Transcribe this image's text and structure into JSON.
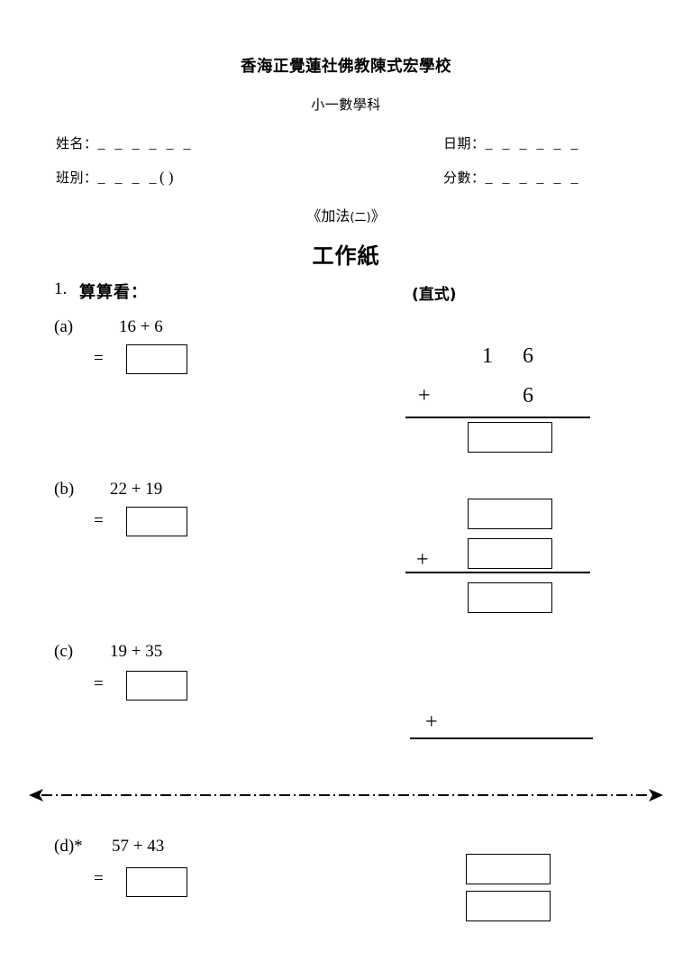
{
  "header": {
    "school_name": "香海正覺蓮社佛教陳式宏學校",
    "subject": "小一數學科"
  },
  "fields": {
    "name": {
      "label": "姓名：",
      "blank": "_ _ _ _ _ _"
    },
    "class": {
      "label": "班別：",
      "blank": "_ _ _ _",
      "paren": "(      )"
    },
    "date": {
      "label": "日期：",
      "blank": "_ _ _ _ _ _"
    },
    "score": {
      "label": "分數：",
      "blank": "_ _ _ _ _ _"
    }
  },
  "titles": {
    "topic_open": "《加法",
    "topic_sub": "(二)",
    "topic_close": "》",
    "worksheet": "工作紙"
  },
  "section": {
    "number": "1.",
    "heading": "算算看：",
    "vertical_note": "(直式)"
  },
  "items": [
    {
      "label": "(a)",
      "expression": "16 + 6",
      "equals": "=",
      "answer": "",
      "vertical": {
        "addend1_tens": "1",
        "addend1_ones": "6",
        "operator": "+",
        "addend2_ones": "6"
      }
    },
    {
      "label": "(b)",
      "expression": "22 + 19",
      "equals": "=",
      "answer": "",
      "vertical": {
        "operator": "+",
        "box1": "",
        "box2": "",
        "box3": ""
      }
    },
    {
      "label": "(c)",
      "expression": "19 + 35",
      "equals": "=",
      "answer": "",
      "vertical": {
        "operator": "+"
      }
    },
    {
      "label": "(d)*",
      "expression": "57 + 43",
      "equals": "=",
      "answer": "",
      "vertical": {
        "box1": "",
        "box2": ""
      }
    }
  ]
}
